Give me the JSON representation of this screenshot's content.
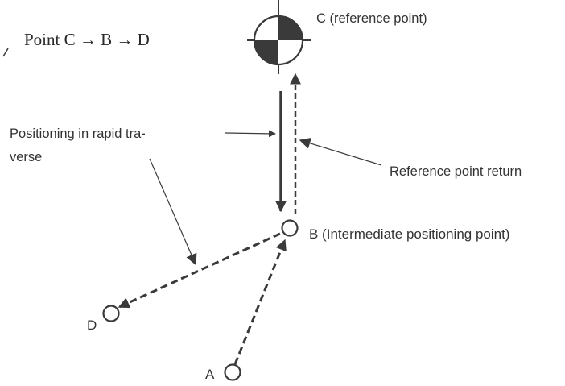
{
  "header": {
    "sequence": "Point C → B → D"
  },
  "labels": {
    "point_c": "C (reference point)",
    "point_b": "B  (Intermediate positioning point)",
    "point_d": "D",
    "point_a": "A",
    "rapid_traverse_line1": "Positioning in rapid tra-",
    "rapid_traverse_line2": "verse",
    "reference_return": "Reference point return"
  },
  "colors": {
    "ink": "#3a3a3a",
    "background": "#ffffff"
  }
}
